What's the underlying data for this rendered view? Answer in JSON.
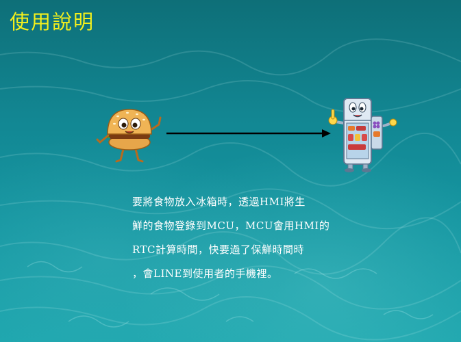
{
  "title": "使用說明",
  "icons": {
    "food": "hamburger-character-icon",
    "arrow": "arrow-right-icon",
    "fridge": "refrigerator-character-icon"
  },
  "description_lines": [
    "要將食物放入冰箱時，透過HMI將生",
    "鮮的食物登錄到MCU，MCU會用HMI的",
    "RTC計算時間，快要過了保鮮時間時",
    "，會LINE到使用者的手機裡。"
  ],
  "colors": {
    "title": "#f4f01c",
    "background": "#1596a1",
    "text": "#ffffff",
    "arrow": "#000000"
  }
}
